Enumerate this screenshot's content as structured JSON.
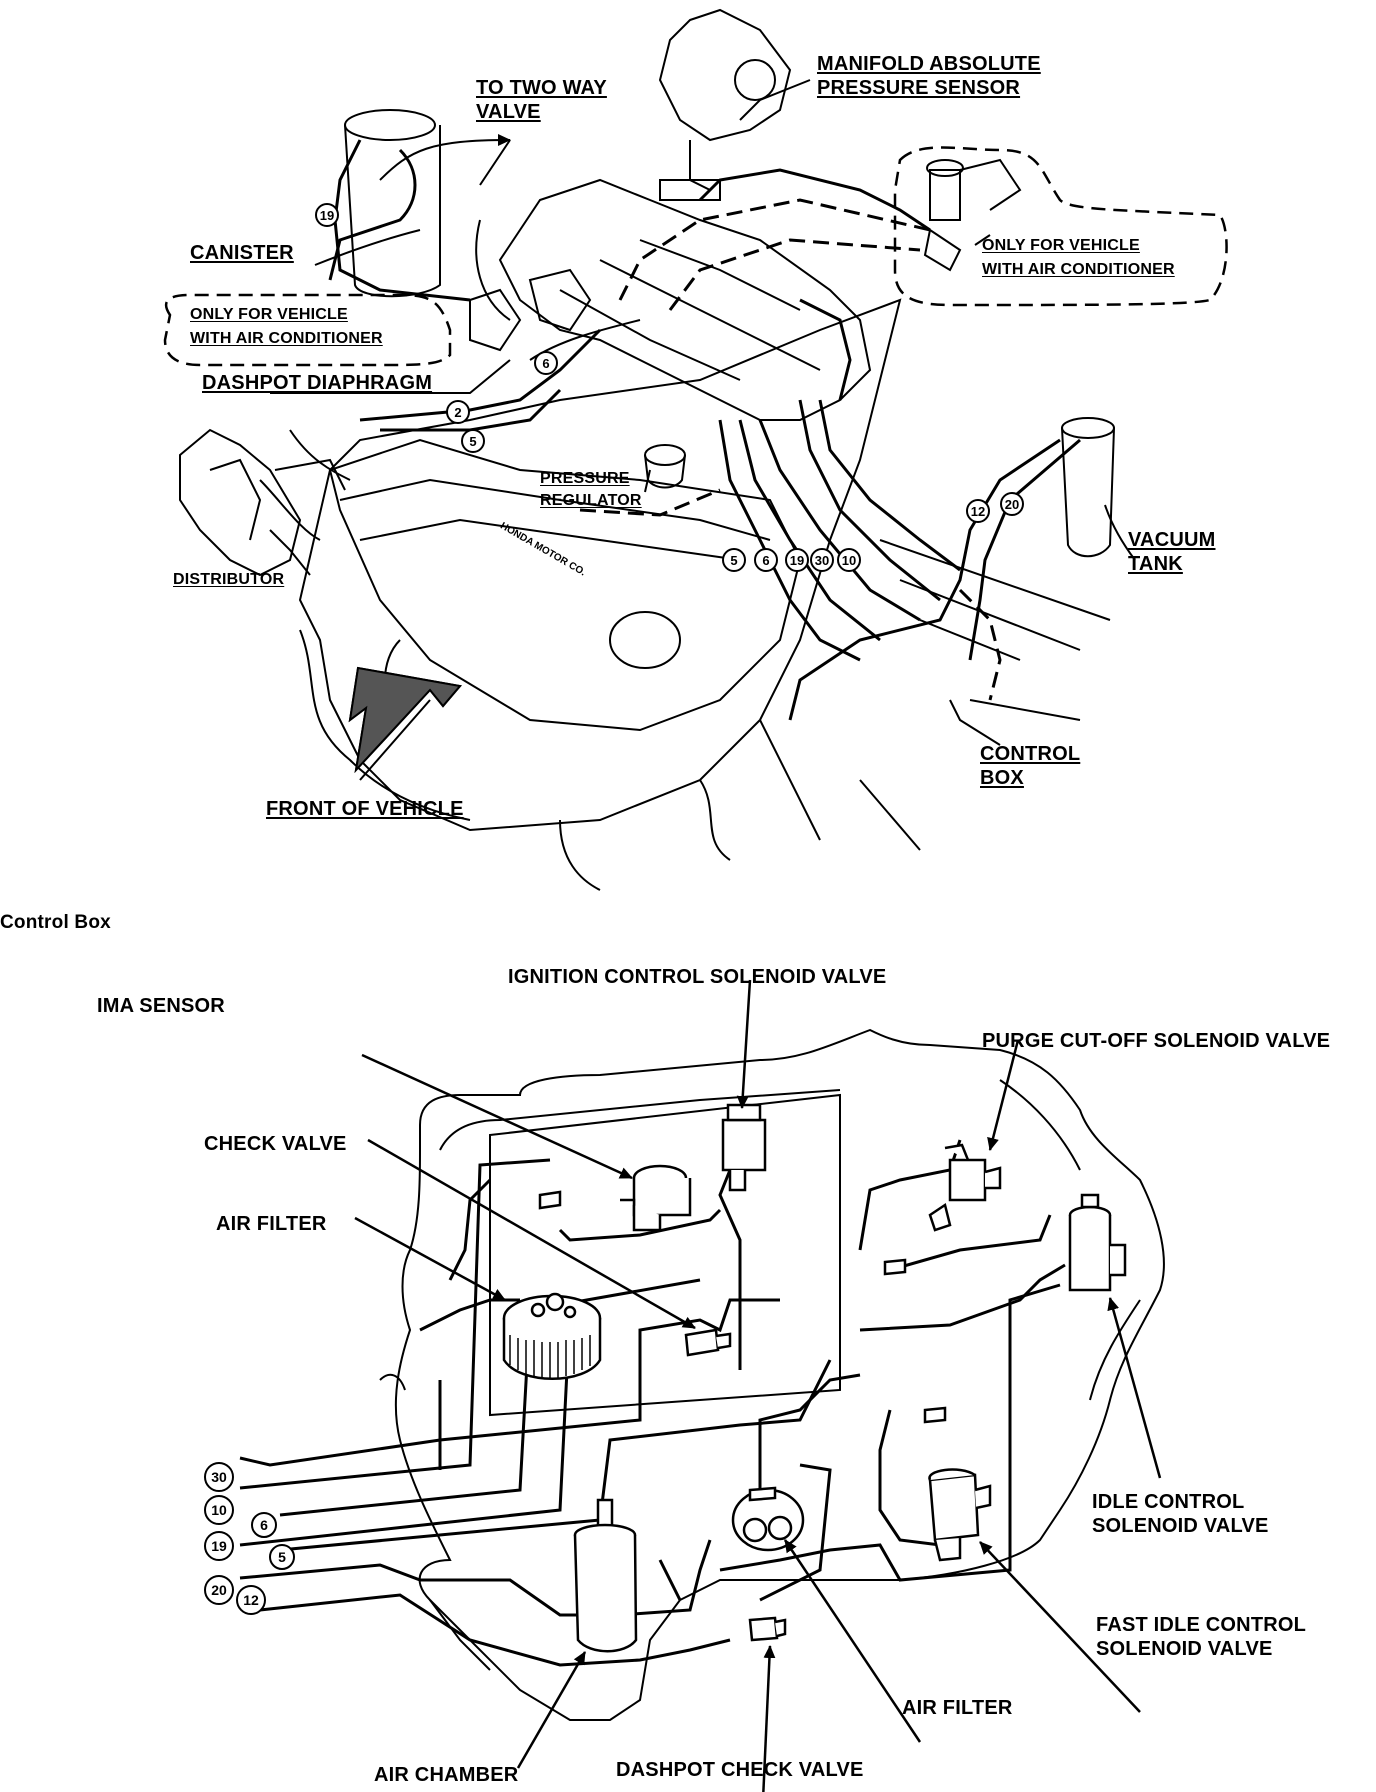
{
  "section_title": "Control Box",
  "engine_labels": {
    "to_two_way_valve": [
      "TO TWO WAY",
      "VALVE"
    ],
    "manifold_absolute_pressure_sensor": [
      "MANIFOLD ABSOLUTE",
      "PRESSURE SENSOR"
    ],
    "canister": "CANISTER",
    "only_ac_left": [
      "ONLY FOR VEHICLE",
      "WITH AIR CONDITIONER"
    ],
    "only_ac_right": [
      "ONLY FOR VEHICLE",
      "WITH AIR CONDITIONER"
    ],
    "dashpot_diaphragm": "DASHPOT DIAPHRAGM",
    "pressure_regulator": [
      "PRESSURE",
      "REGULATOR"
    ],
    "distributor": "DISTRIBUTOR",
    "vacuum_tank": [
      "VACUUM",
      "TANK"
    ],
    "control_box": [
      "CONTROL",
      "BOX"
    ],
    "front_of_vehicle": "FRONT OF VEHICLE",
    "engine_logo": "HONDA MOTOR CO."
  },
  "engine_hose_numbers": [
    "19",
    "6",
    "2",
    "5",
    "5",
    "6",
    "19",
    "30",
    "10",
    "12",
    "20"
  ],
  "box_labels": {
    "ima_sensor": "IMA SENSOR",
    "ignition_control_solenoid_valve": "IGNITION CONTROL SOLENOID VALVE",
    "purge_cutoff_solenoid_valve": "PURGE CUT-OFF SOLENOID VALVE",
    "check_valve": "CHECK VALVE",
    "air_filter_left": "AIR FILTER",
    "idle_control_solenoid_valve": [
      "IDLE CONTROL",
      "SOLENOID VALVE"
    ],
    "fast_idle_control_solenoid_valve": [
      "FAST IDLE CONTROL",
      "SOLENOID VALVE"
    ],
    "air_filter_bottom": "AIR FILTER",
    "air_chamber": "AIR CHAMBER",
    "dashpot_check_valve": "DASHPOT CHECK VALVE"
  },
  "box_hose_numbers": [
    "30",
    "10",
    "6",
    "19",
    "5",
    "20",
    "12"
  ]
}
